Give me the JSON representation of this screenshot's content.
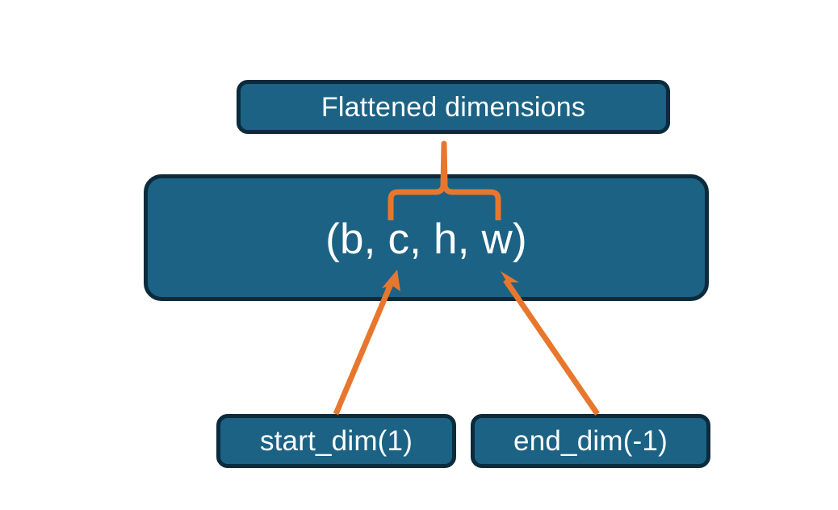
{
  "diagram": {
    "title_node": {
      "label": "Flattened dimensions",
      "name": "flattened-dimensions-box"
    },
    "shape_node": {
      "label": "(b, c, h, w)",
      "name": "tensor-shape-box"
    },
    "argument_nodes": [
      {
        "label": "start_dim(1)",
        "name": "start-dim-box"
      },
      {
        "label": "end_dim(-1)",
        "name": "end-dim-box"
      }
    ],
    "annotations": {
      "brace": "curly-brace-spanning-c-h-w",
      "arrow_left": "arrow-start-dim-to-c",
      "arrow_right": "arrow-end-dim-to-w"
    },
    "colors": {
      "box_fill": "#1c6284",
      "box_border": "#0c2b3c",
      "accent": "#e8772e",
      "text": "#ffffff",
      "background": "#ffffff"
    }
  }
}
